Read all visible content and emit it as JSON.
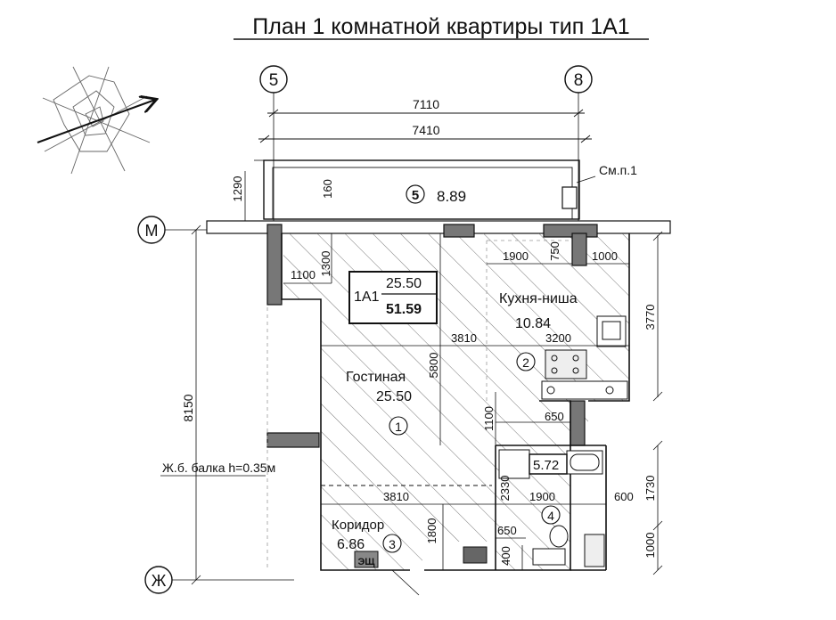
{
  "title": "План 1 комнатной квартиры тип 1А1",
  "axes": {
    "col_left": "5",
    "col_right": "8",
    "row_top": "М",
    "row_bottom": "Ж"
  },
  "dims": {
    "top_inner": "7110",
    "top_outer": "7410",
    "balcony_depth": "1290",
    "wall_160": "160",
    "left_total": "8150",
    "d1100": "1100",
    "d1300": "1300",
    "d1900_top": "1900",
    "d750": "750",
    "d1000_top": "1000",
    "d3770": "3770",
    "d3810_top": "3810",
    "d3200": "3200",
    "d5800": "5800",
    "d1100_mid": "1100",
    "d650_mid": "650",
    "d1730": "1730",
    "d3810_bottom": "3810",
    "d2330": "2330",
    "d1900_bath": "1900",
    "d600": "600",
    "d1800": "1800",
    "d650_bottom": "650",
    "d400": "400",
    "d1000_bottom": "1000"
  },
  "rooms": {
    "balcony": {
      "num": "5",
      "area": "8.89"
    },
    "living": {
      "name": "Гостиная",
      "area": "25.50",
      "num": "1"
    },
    "kitchen": {
      "name": "Кухня-ниша",
      "area": "10.84",
      "num": "2"
    },
    "corridor": {
      "name": "Коридор",
      "area": "6.86",
      "num": "3"
    },
    "bathroom": {
      "area": "5.72",
      "num": "4"
    }
  },
  "apartment_badge": {
    "type": "1А1",
    "living_area": "25.50",
    "total_area": "51.59"
  },
  "notes": {
    "section": "См.п.1",
    "beam": "Ж.б. балка h=0.35м",
    "shaft": "ЭЩ"
  }
}
